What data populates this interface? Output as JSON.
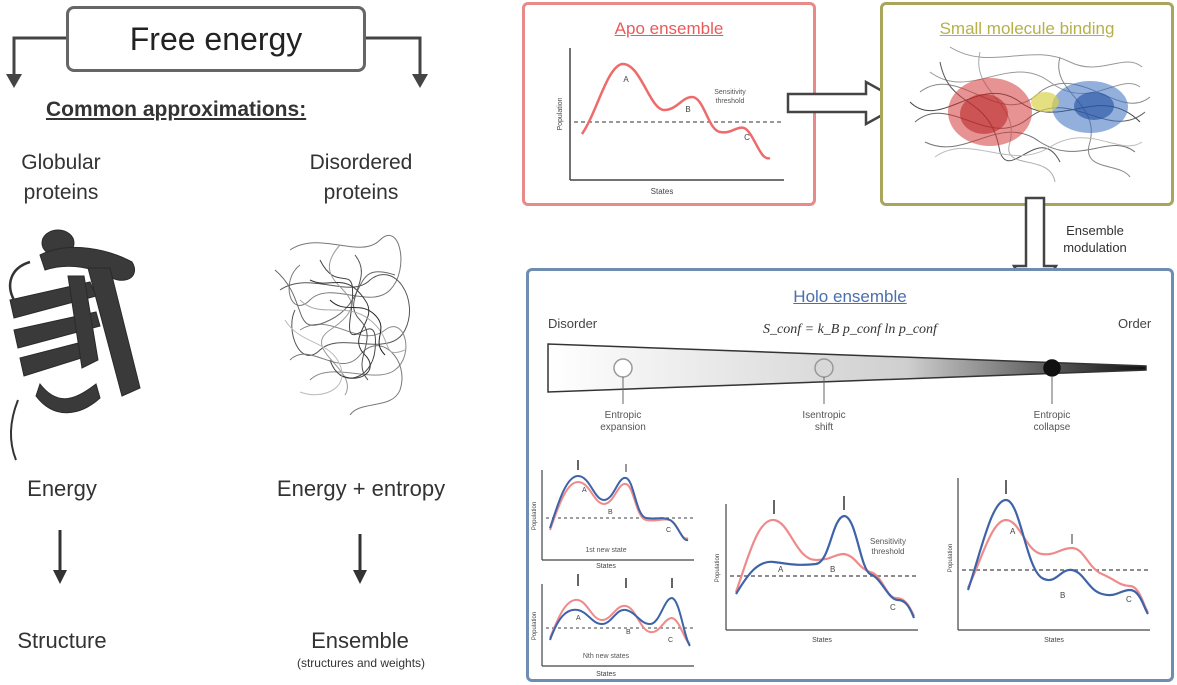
{
  "left": {
    "title": "Free energy",
    "subtitle": "Common approximations:",
    "globular": {
      "label_line1": "Globular",
      "label_line2": "proteins",
      "energy": "Energy",
      "result": "Structure"
    },
    "disordered": {
      "label_line1": "Disordered",
      "label_line2": "proteins",
      "energy": "Energy + entropy",
      "result": "Ensemble",
      "result_note": "(structures and weights)"
    }
  },
  "apo": {
    "title": "Apo ensemble",
    "threshold_line1": "Sensitivity",
    "threshold_line2": "threshold",
    "xlabel": "States",
    "ylabel": "Population",
    "state_a": "A",
    "state_b": "B",
    "state_c": "C",
    "border_color": "#e88a8a",
    "curve_color": "#ef6b6b"
  },
  "binding": {
    "title": "Small molecule binding",
    "border_color": "#a9a55c",
    "title_color": "#b7b04a",
    "modulation_line1": "Ensemble",
    "modulation_line2": "modulation"
  },
  "holo": {
    "title": "Holo ensemble",
    "border_color": "#6f8db0",
    "title_color": "#4a6fb0",
    "disorder_label": "Disorder",
    "order_label": "Order",
    "equation": "S_conf = k_B p_conf ln p_conf",
    "markers": [
      {
        "line1": "Entropic",
        "line2": "expansion"
      },
      {
        "line1": "Isentropic",
        "line2": "shift"
      },
      {
        "line1": "Entropic",
        "line2": "collapse"
      }
    ],
    "plot1_note": "1st new state",
    "plot2_note": "Nth new states",
    "threshold_line1": "Sensitivity",
    "threshold_line2": "threshold",
    "xlabel": "States",
    "ylabel": "Population",
    "apo_color": "#f08a8a",
    "holo_color": "#3f63a8"
  }
}
